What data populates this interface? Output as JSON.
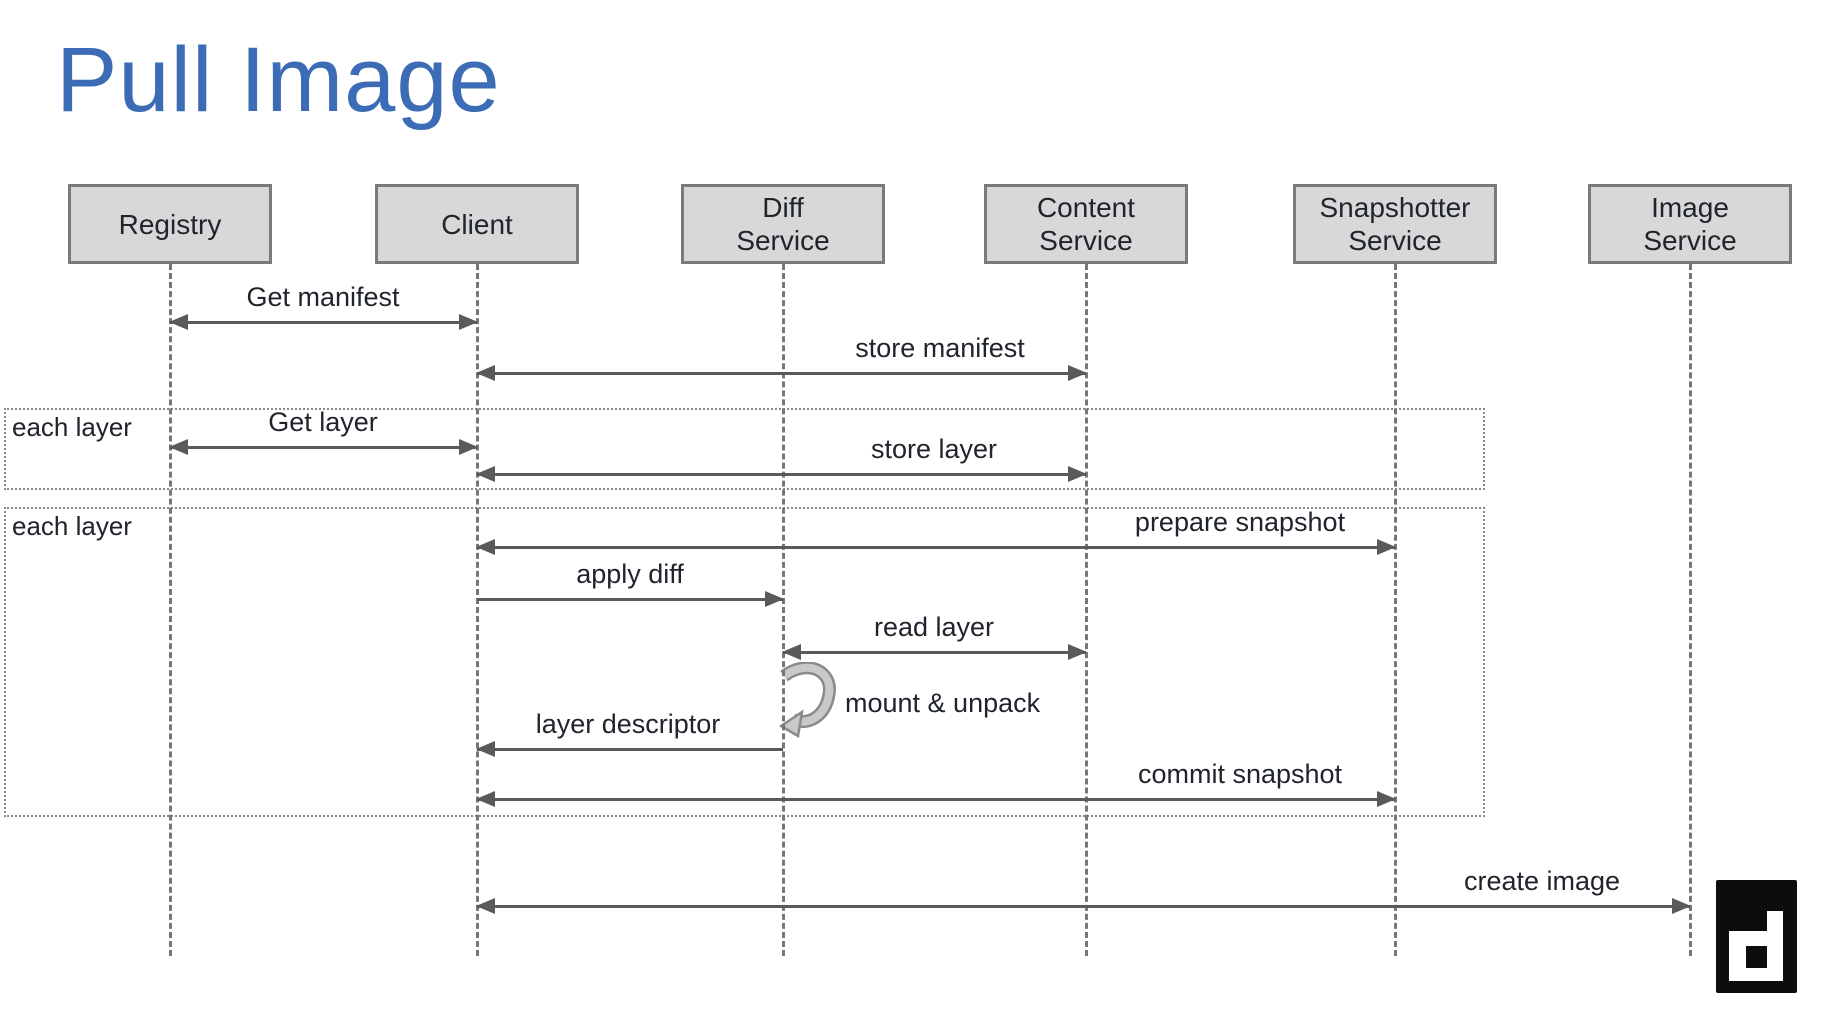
{
  "title": "Pull Image",
  "actors": [
    {
      "id": "registry",
      "label": "Registry"
    },
    {
      "id": "client",
      "label": "Client"
    },
    {
      "id": "diff",
      "label": "Diff\nService"
    },
    {
      "id": "content",
      "label": "Content\nService"
    },
    {
      "id": "snapshotter",
      "label": "Snapshotter\nService"
    },
    {
      "id": "image",
      "label": "Image\nService"
    }
  ],
  "frames": [
    {
      "label": "each layer"
    },
    {
      "label": "each layer"
    }
  ],
  "messages": [
    {
      "id": "get_manifest",
      "label": "Get manifest",
      "from": "registry",
      "to": "client",
      "heads": "both"
    },
    {
      "id": "store_manifest",
      "label": "store manifest",
      "from": "client",
      "to": "content",
      "heads": "both"
    },
    {
      "id": "get_layer",
      "label": "Get layer",
      "from": "registry",
      "to": "client",
      "heads": "both"
    },
    {
      "id": "store_layer",
      "label": "store layer",
      "from": "client",
      "to": "content",
      "heads": "both"
    },
    {
      "id": "prepare_snapshot",
      "label": "prepare snapshot",
      "from": "client",
      "to": "snapshotter",
      "heads": "both"
    },
    {
      "id": "apply_diff",
      "label": "apply diff",
      "from": "client",
      "to": "diff",
      "heads": "right"
    },
    {
      "id": "read_layer",
      "label": "read layer",
      "from": "diff",
      "to": "content",
      "heads": "both"
    },
    {
      "id": "layer_descriptor",
      "label": "layer descriptor",
      "from": "client",
      "to": "diff",
      "heads": "left"
    },
    {
      "id": "commit_snapshot",
      "label": "commit snapshot",
      "from": "client",
      "to": "snapshotter",
      "heads": "both"
    },
    {
      "id": "create_image",
      "label": "create image",
      "from": "client",
      "to": "image",
      "heads": "both"
    }
  ],
  "self_message": {
    "label": "mount & unpack",
    "actor": "diff"
  },
  "icons": {
    "logo": "containerd-d-logo",
    "self_loop": "curved-self-call-arrow"
  },
  "colors": {
    "title_blue": "#3b6cb5",
    "actor_fill": "#d8d8d8",
    "actor_border": "#7a7a7a",
    "arrow_gray": "#5a5a5a",
    "text_dark": "#20242c",
    "logo_black": "#0d0d0d"
  }
}
